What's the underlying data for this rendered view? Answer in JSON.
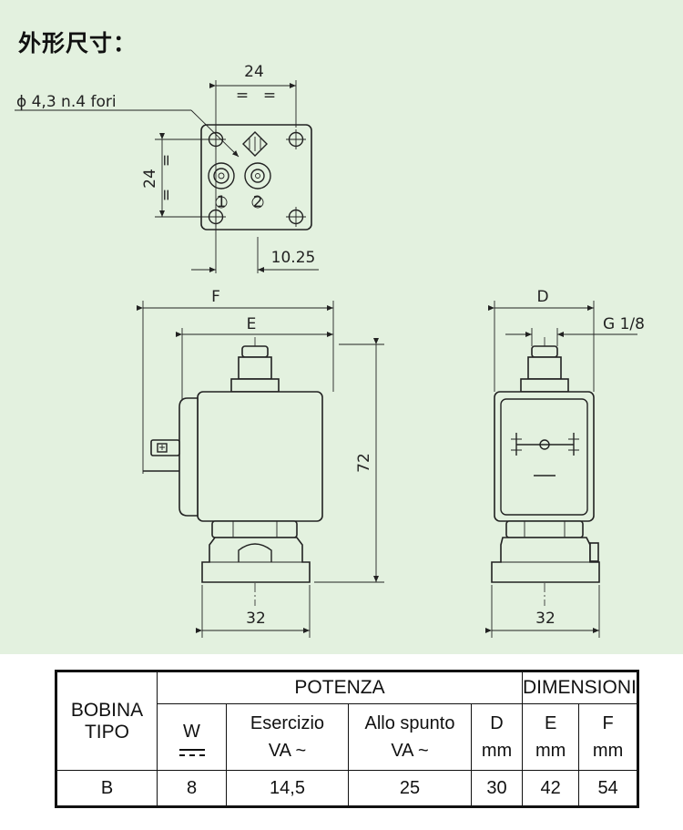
{
  "title": "外形尺寸：",
  "drawing": {
    "top_width": "24",
    "top_equal_a": "=",
    "top_equal_b": "=",
    "hole_note": "ϕ 4,3 n.4 fori",
    "side_height": "24",
    "side_equal_a": "=",
    "side_equal_b": "=",
    "offset": "10.25",
    "pin_1": "1",
    "pin_2": "2",
    "dim_F": "F",
    "dim_E": "E",
    "dim_D": "D",
    "thread": "G 1/8",
    "height": "72",
    "base_left": "32",
    "base_right": "32"
  },
  "table": {
    "col_bobina": "BOBINA\nTIPO",
    "col_potenza": "POTENZA",
    "col_dimensioni": "DIMENSIONI",
    "sub_w": "W",
    "sub_esercizio": "Esercizio",
    "sub_esercizio_unit": "VA ~",
    "sub_spunto": "Allo spunto",
    "sub_spunto_unit": "VA ~",
    "sub_d": "D",
    "sub_e": "E",
    "sub_f": "F",
    "unit_mm": "mm",
    "row": {
      "tipo": "B",
      "w": "8",
      "esercizio": "14,5",
      "spunto": "25",
      "d": "30",
      "e": "42",
      "f": "54"
    }
  }
}
